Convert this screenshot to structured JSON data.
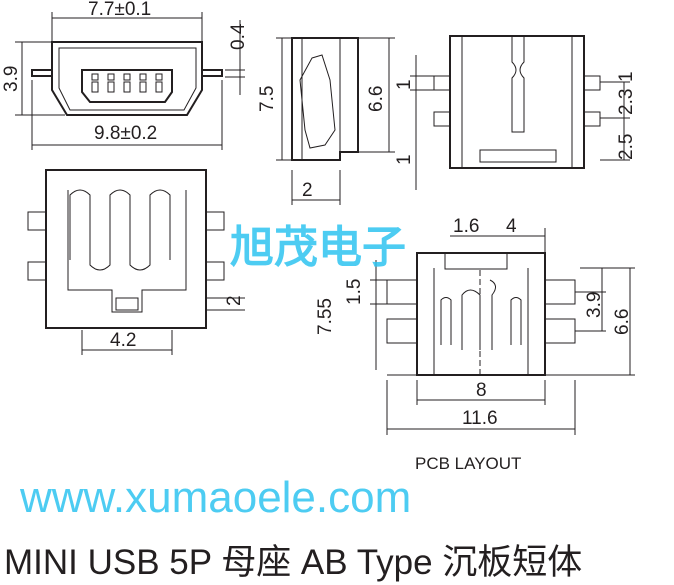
{
  "front_view": {
    "width_top": "7.7±0.1",
    "width_bottom": "9.8±0.2",
    "height": "3.9",
    "pin_offset": "0.4"
  },
  "side_view": {
    "height": "7.5",
    "body_height": "6.6",
    "depth": "2"
  },
  "rear_view": {
    "tab_1": "1",
    "tab_pitch": "2.3",
    "tab_2": "1",
    "bottom": "2.5",
    "bottom_gap": "1"
  },
  "bottom_view": {
    "slot_height": "2",
    "slot_width": "4.2"
  },
  "pcb_layout": {
    "pitch": "1.6",
    "span": "4",
    "pad_height": "1.5",
    "overall": "7.55",
    "pad_pitch": "3.9",
    "height": "6.6",
    "inner_width": "8",
    "outer_width": "11.6",
    "label": "PCB LAYOUT"
  },
  "watermark": {
    "cn": "旭茂电子",
    "url": "www.xumaoele.com"
  },
  "title": "MINI USB 5P 母座 AB Type 沉板短体"
}
